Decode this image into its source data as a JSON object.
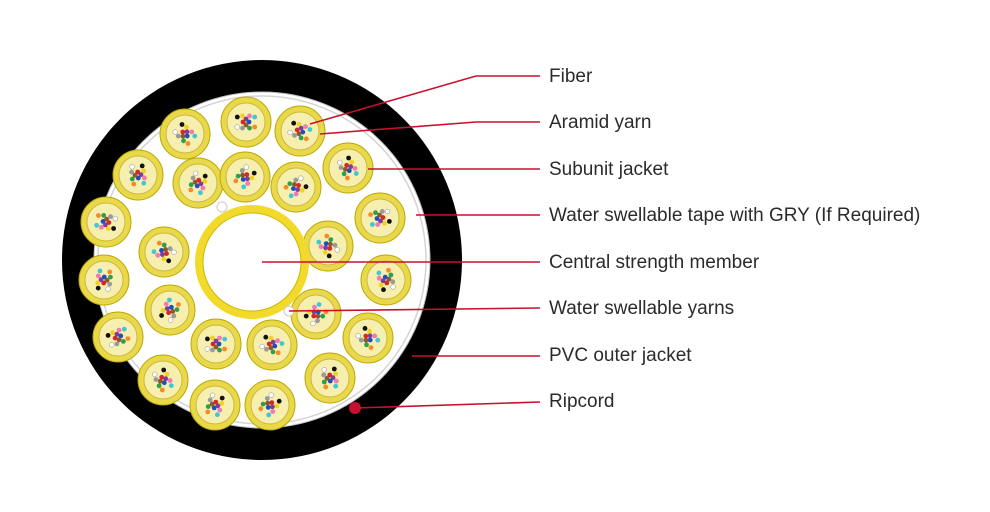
{
  "labels": {
    "fiber": "Fiber",
    "aramid_yarn": "Aramid yarn",
    "subunit_jacket": "Subunit jacket",
    "water_swellable_tape": "Water swellable tape with GRY (If Required)",
    "central_strength_member": "Central strength member",
    "water_swellable_yarns": "Water swellable yarns",
    "pvc_outer_jacket": "PVC outer jacket",
    "ripcord": "Ripcord"
  },
  "colors": {
    "outer_jacket": "#000000",
    "inner_background": "#ffffff",
    "subunit_outer": "#e8d84a",
    "subunit_inner": "#f7efb0",
    "callout_line": "#c8102e",
    "text": "#2b2b2b",
    "fiber_colors": [
      "#1f4fbf",
      "#f28c28",
      "#2e9e4f",
      "#8b5a2b",
      "#9a9a9a",
      "#ffffff",
      "#d62828",
      "#111111",
      "#f2d31b",
      "#7b3fa0",
      "#f27ab0",
      "#3fc7d6"
    ]
  },
  "counts": {
    "subunits": 24,
    "fibers_per_subunit": 12
  }
}
